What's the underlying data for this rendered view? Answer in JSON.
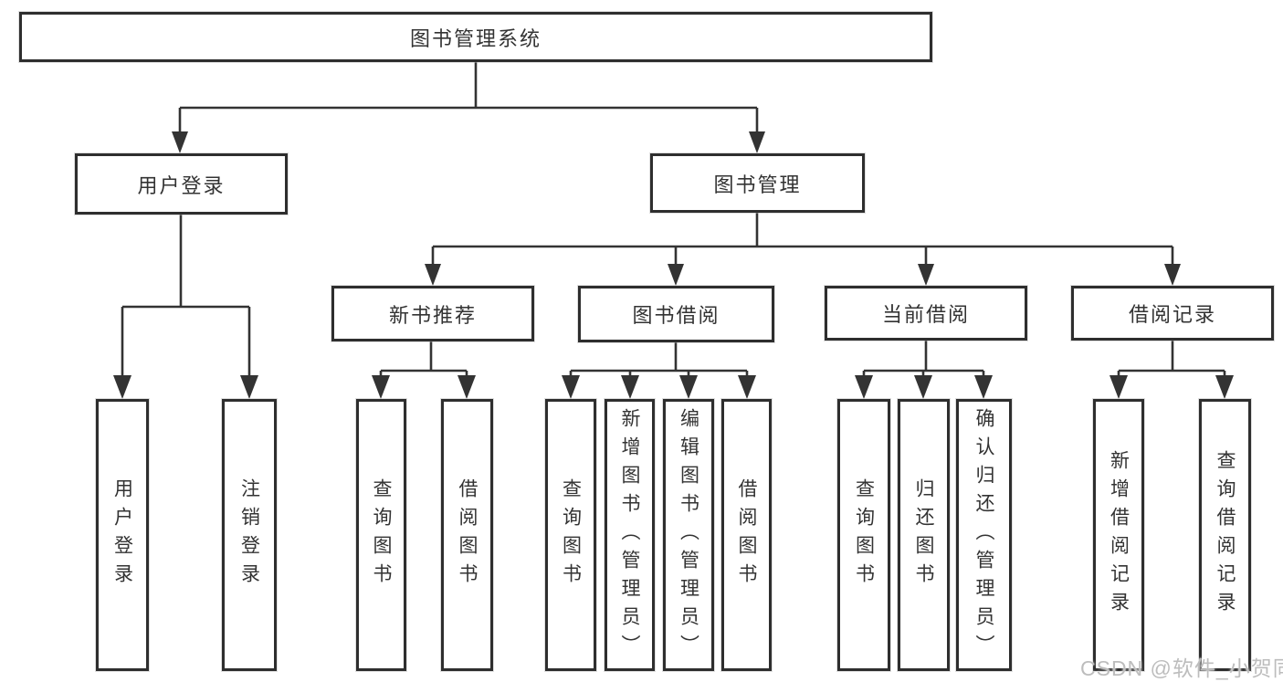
{
  "tree": {
    "root": {
      "label": "图书管理系统"
    },
    "branches": [
      {
        "label": "用户登录",
        "children": [
          {
            "label": "用户登录"
          },
          {
            "label": "注销登录"
          }
        ]
      },
      {
        "label": "图书管理",
        "children": [
          {
            "label": "新书推荐",
            "children": [
              {
                "label": "查询图书"
              },
              {
                "label": "借阅图书"
              }
            ]
          },
          {
            "label": "图书借阅",
            "children": [
              {
                "label": "查询图书"
              },
              {
                "label": "新增图书（管理员）"
              },
              {
                "label": "编辑图书（管理员）"
              },
              {
                "label": "借阅图书"
              }
            ]
          },
          {
            "label": "当前借阅",
            "children": [
              {
                "label": "查询图书"
              },
              {
                "label": "归还图书"
              },
              {
                "label": "确认归还（管理员）"
              }
            ]
          },
          {
            "label": "借阅记录",
            "children": [
              {
                "label": "新增借阅记录"
              },
              {
                "label": "查询借阅记录"
              }
            ]
          }
        ]
      }
    ]
  },
  "watermark": {
    "text": "CSDN @软件_小贺同学"
  },
  "colors": {
    "line": "#333333",
    "box_border": "#2e2e2e",
    "box_background": "#ffffff",
    "text": "#333333",
    "watermark_text": "#bdbdbd"
  }
}
